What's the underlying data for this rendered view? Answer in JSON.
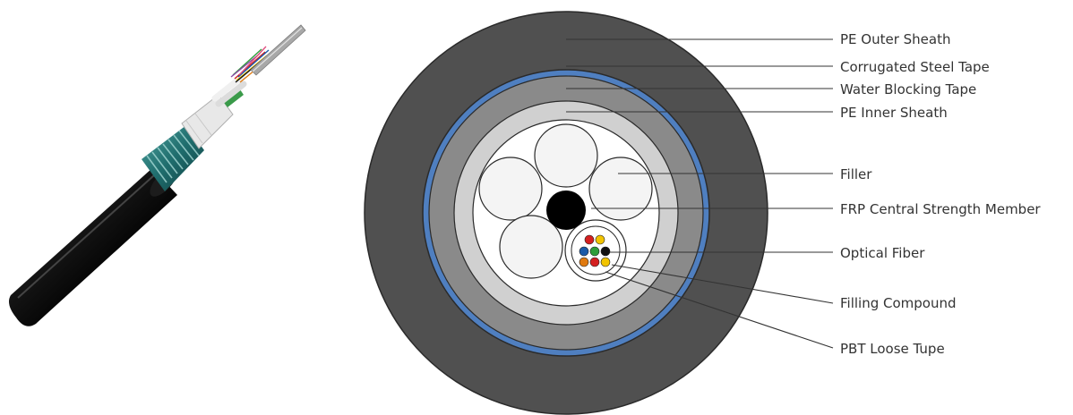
{
  "labels": {
    "pe_outer_sheath": "PE Outer Sheath",
    "corrugated_steel_tape": "Corrugated Steel Tape",
    "water_blocking_tape": "Water Blocking Tape",
    "pe_inner_sheath": "PE Inner Sheath",
    "filler": "Filler",
    "frp_central_strength_member": "FRP Central Strength Member",
    "optical_fiber": "Optical Fiber",
    "filling_compound": "Filling Compound",
    "pbt_loose_tube": "PBT Loose Tupe"
  },
  "colors": {
    "outer_sheath": "#505050",
    "steel_tape": "#4f7fc0",
    "water_blocking": "#8a8a8a",
    "inner_sheath": "#d0d0d0",
    "core": "#ffffff",
    "filler": "#f4f4f4",
    "strength_member": "#000000",
    "fiber_colors": [
      "#d42020",
      "#f2c400",
      "#1a5aa8",
      "#2e9d3a",
      "#111111",
      "#e07a10",
      "#d42020",
      "#f2c400"
    ]
  }
}
